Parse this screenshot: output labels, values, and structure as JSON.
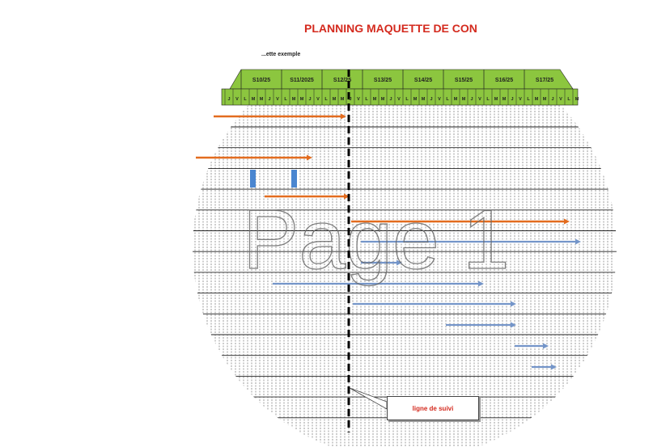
{
  "title": "PLANNING MAQUETTE DE CON",
  "subtitle": "...ette exemple",
  "watermark": "Page 1",
  "callout_label": "ligne de suivi",
  "weeks": [
    "S10/25",
    "S11/2025",
    "S12/25",
    "S13/25",
    "S14/25",
    "S15/25",
    "S16/25",
    "S17/25"
  ],
  "day_letters": [
    "L",
    "M",
    "M",
    "J",
    "V"
  ],
  "colors": {
    "header_green": "#8cc63f",
    "title_red": "#d42a1e",
    "orange_bar": "#e36c1f",
    "blue_bar": "#7495c9",
    "blue_block": "#4a86d0",
    "grid": "#222222"
  }
}
